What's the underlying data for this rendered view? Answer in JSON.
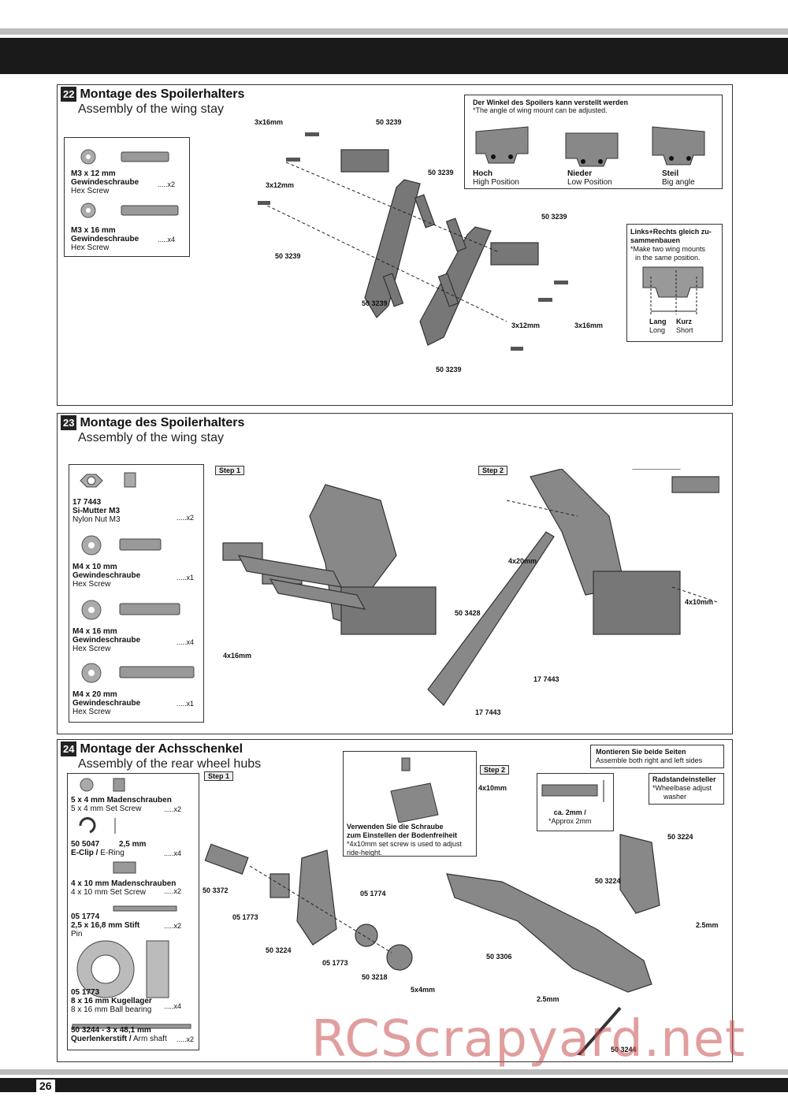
{
  "page_number": "26",
  "watermark": "RCScrapyard.net",
  "sections": [
    {
      "number": "22",
      "title": "Montage des Spoilerhalters",
      "subtitle": "Assembly of the wing stay",
      "parts": [
        {
          "size": "M3 x 12 mm",
          "de": "Gewindeschraube",
          "en": "Hex Screw",
          "qty": ".....x2"
        },
        {
          "size": "M3 x 16 mm",
          "de": "Gewindeschraube",
          "en": "Hex Screw",
          "qty": ".....x4"
        }
      ],
      "labels": [
        "3x16mm",
        "50 3239",
        "3x12mm",
        "50 3239",
        "50 3239",
        "50 3239",
        "50 3239",
        "50 3239",
        "3x12mm",
        "3x16mm"
      ],
      "angle_box": {
        "title": "Der Winkel des Spoilers kann verstellt werden",
        "subtitle": "*The angle of wing mount can be adjusted.",
        "options": [
          {
            "de": "Hoch",
            "en": "High Position"
          },
          {
            "de": "Nieder",
            "en": "Low Position"
          },
          {
            "de": "Steil",
            "en": "Big angle"
          }
        ]
      },
      "mount_box": {
        "title_line1": "Links+Rechts gleich zu-",
        "title_line2": "sammenbauen",
        "sub_line1": "*Make two wing mounts",
        "sub_line2": "in the same position.",
        "long_de": "Lang",
        "long_en": "Long",
        "short_de": "Kurz",
        "short_en": "Short"
      }
    },
    {
      "number": "23",
      "title": "Montage des Spoilerhalters",
      "subtitle": "Assembly of the wing stay",
      "parts": [
        {
          "code": "17 7443",
          "de": "Si-Mutter M3",
          "en": "Nylon Nut M3",
          "qty": ".....x2"
        },
        {
          "size": "M4 x 10 mm",
          "de": "Gewindeschraube",
          "en": "Hex Screw",
          "qty": ".....x1"
        },
        {
          "size": "M4 x 16 mm",
          "de": "Gewindeschraube",
          "en": "Hex Screw",
          "qty": ".....x4"
        },
        {
          "size": "M4 x 20 mm",
          "de": "Gewindeschraube",
          "en": "Hex Screw",
          "qty": ".....x1"
        }
      ],
      "step1": "Step 1",
      "step2": "Step 2",
      "labels": [
        "4x16mm",
        "4x20mm",
        "50 3428",
        "4x10mm",
        "17 7443",
        "17 7443"
      ]
    },
    {
      "number": "24",
      "title": "Montage der Achsschenkel",
      "subtitle": "Assembly of the rear wheel hubs",
      "parts": [
        {
          "de": "5 x 4 mm Madenschrauben",
          "en": "5 x 4 mm Set Screw",
          "qty": ".....x2"
        },
        {
          "code": "50 5047",
          "size": "2,5 mm",
          "de": "E-Clip /",
          "en": "E-Ring",
          "qty": ".....x4"
        },
        {
          "de": "4 x 10 mm Madenschrauben",
          "en": "4 x 10 mm Set Screw",
          "qty": ".....x2"
        },
        {
          "code": "05 1774",
          "de": "2,5 x 16,8 mm Stift",
          "en": "Pin",
          "qty": ".....x2"
        },
        {
          "code": "05 1773",
          "de": "8 x 16 mm Kugellager",
          "en": "8 x 16 mm Ball bearing",
          "qty": ".....x4"
        },
        {
          "code": "50 3244",
          "size": "-  3 x 48,1 mm",
          "de": "Querlenkerstift /",
          "en": "Arm shaft",
          "qty": ".....x2"
        }
      ],
      "step1": "Step 1",
      "step2": "Step 2",
      "screw_box": {
        "de_line1": "Verwenden Sie die Schraube",
        "de_line2": "zum Einstellen der Bodenfreiheit",
        "en_line1": "*4x10mm set screw is used to adjust",
        "en_line2": "ride-height."
      },
      "both_sides": {
        "de": "Montieren Sie beide Seiten",
        "en": "Assemble both right and left sides"
      },
      "approx": {
        "de": "ca. 2mm /",
        "en": "*Approx 2mm"
      },
      "wheelbase": {
        "de": "Radstandeinsteller",
        "en1": "*Wheelbase adjust",
        "en2": "washer"
      },
      "labels": [
        "50 3372",
        "05 1773",
        "50 3224",
        "05 1773",
        "05 1774",
        "50 3218",
        "5x4mm",
        "4x10mm",
        "50 3224",
        "50 3224",
        "50 3306",
        "2.5mm",
        "2.5mm",
        "50 3244"
      ]
    }
  ]
}
